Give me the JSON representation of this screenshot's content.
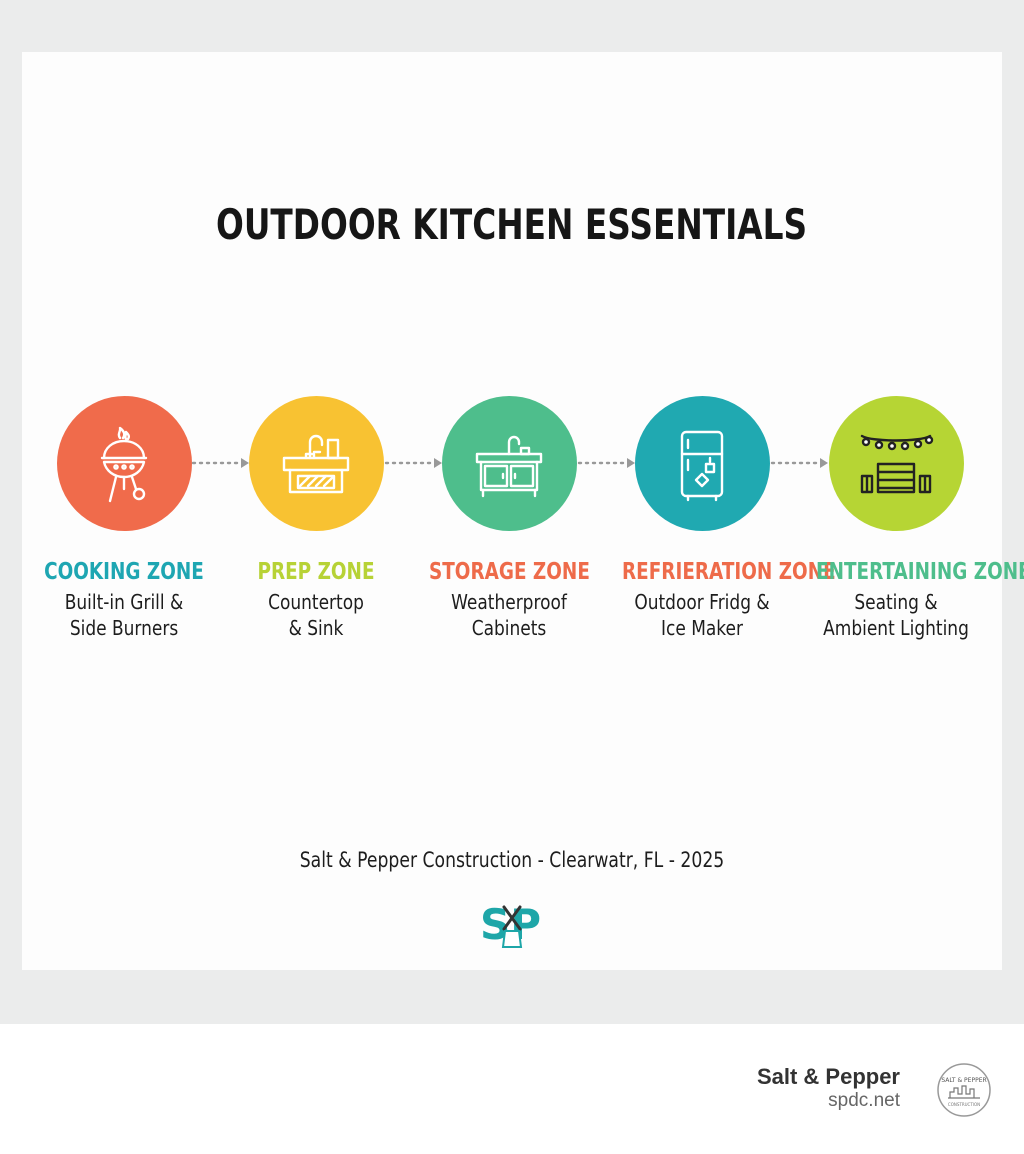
{
  "title": "OUTDOOR KITCHEN ESSENTIALS",
  "zones": [
    {
      "title": "COOKING ZONE",
      "desc": [
        "Built-in Grill &",
        "Side Burners"
      ],
      "color": "#f06b4b",
      "title_color": "#1ea6b2",
      "icon": "grill-icon"
    },
    {
      "title": "PREP ZONE",
      "desc": [
        "Countertop",
        "& Sink"
      ],
      "color": "#f8c232",
      "title_color": "#b7d236",
      "icon": "sink-counter-icon"
    },
    {
      "title": "STORAGE ZONE",
      "desc": [
        "Weatherproof",
        "Cabinets"
      ],
      "color": "#4ebe8c",
      "title_color": "#ee6b4a",
      "icon": "cabinet-icon"
    },
    {
      "title": "REFRIERATION ZONE",
      "desc": [
        "Outdoor Fridg &",
        "Ice Maker"
      ],
      "color": "#20a9b1",
      "title_color": "#ee6b4a",
      "icon": "fridge-icon"
    },
    {
      "title": "ENTERTAINING ZONE",
      "desc": [
        "Seating &",
        "Ambient Lighting"
      ],
      "color": "#b6d534",
      "title_color": "#4ebe8c",
      "icon": "seating-lights-icon"
    }
  ],
  "footer": "Salt & Pepper Construction - Clearwatr, FL - 2025",
  "logo": {
    "text": "SP",
    "color": "#1ea6a8"
  },
  "brand": {
    "name": "Salt & Pepper",
    "url": "spdc.net",
    "badge_text": "SALT & PEPPER",
    "badge_sub": "CONSTRUCTION"
  }
}
